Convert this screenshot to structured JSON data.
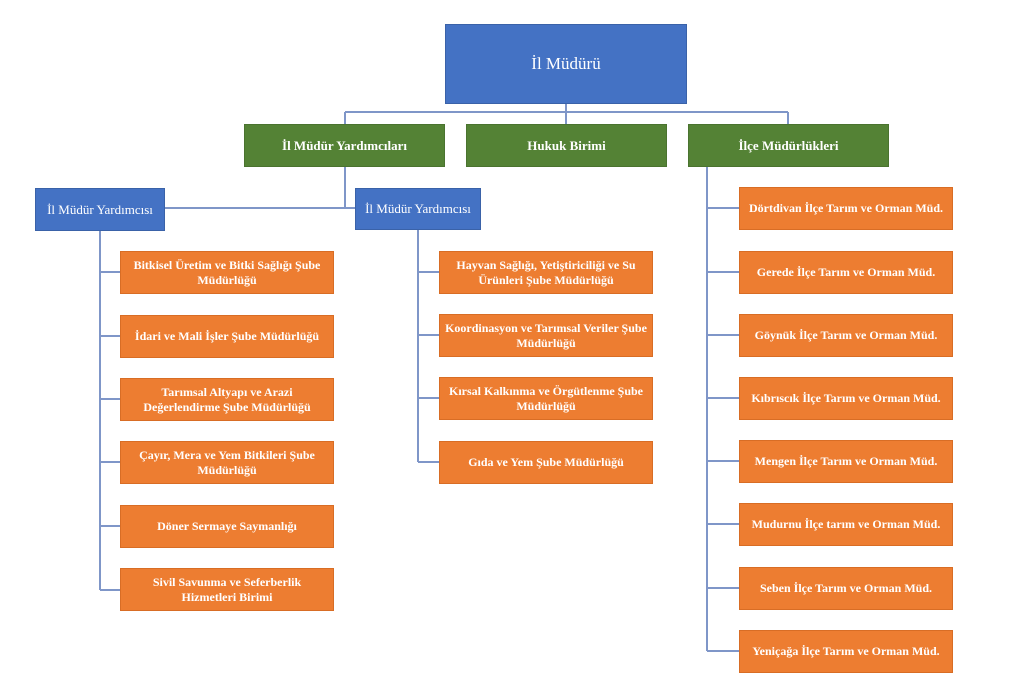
{
  "director": "İl Müdürü",
  "level2": {
    "assistants": "İl Müdür Yardımcıları",
    "legal": "Hukuk Birimi",
    "districts": "İlçe Müdürlükleri"
  },
  "assistant_left": {
    "title": "İl Müdür Yardımcısı",
    "units": [
      "Bitkisel Üretim ve Bitki Sağlığı Şube Müdürlüğü",
      "İdari ve Mali İşler Şube Müdürlüğü",
      "Tarımsal Altyapı ve Arazi Değerlendirme Şube Müdürlüğü",
      "Çayır, Mera ve Yem Bitkileri Şube Müdürlüğü",
      "Döner Sermaye Saymanlığı",
      "Sivil Savunma ve Seferberlik Hizmetleri Birimi"
    ]
  },
  "assistant_right": {
    "title": "İl Müdür Yardımcısı",
    "units": [
      "Hayvan Sağlığı, Yetiştiriciliği ve Su Ürünleri Şube Müdürlüğü",
      "Koordinasyon ve Tarımsal Veriler Şube Müdürlüğü",
      "Kırsal Kalkınma ve Örgütlenme Şube Müdürlüğü",
      "Gıda ve Yem Şube Müdürlüğü"
    ]
  },
  "district_offices": [
    "Dörtdivan İlçe Tarım ve Orman Müd.",
    "Gerede İlçe Tarım ve Orman Müd.",
    "Göynük İlçe Tarım ve Orman Müd.",
    "Kıbrıscık İlçe Tarım ve Orman Müd.",
    "Mengen İlçe Tarım ve Orman Müd.",
    "Mudurnu İlçe tarım ve Orman Müd.",
    "Seben İlçe Tarım ve Orman Müd.",
    "Yeniçağa İlçe Tarım ve Orman Müd."
  ],
  "colors": {
    "director": "#4472c4",
    "assistant": "#4472c4",
    "department": "#548235",
    "unit": "#ed7d31",
    "connector": "#7f96c8"
  }
}
